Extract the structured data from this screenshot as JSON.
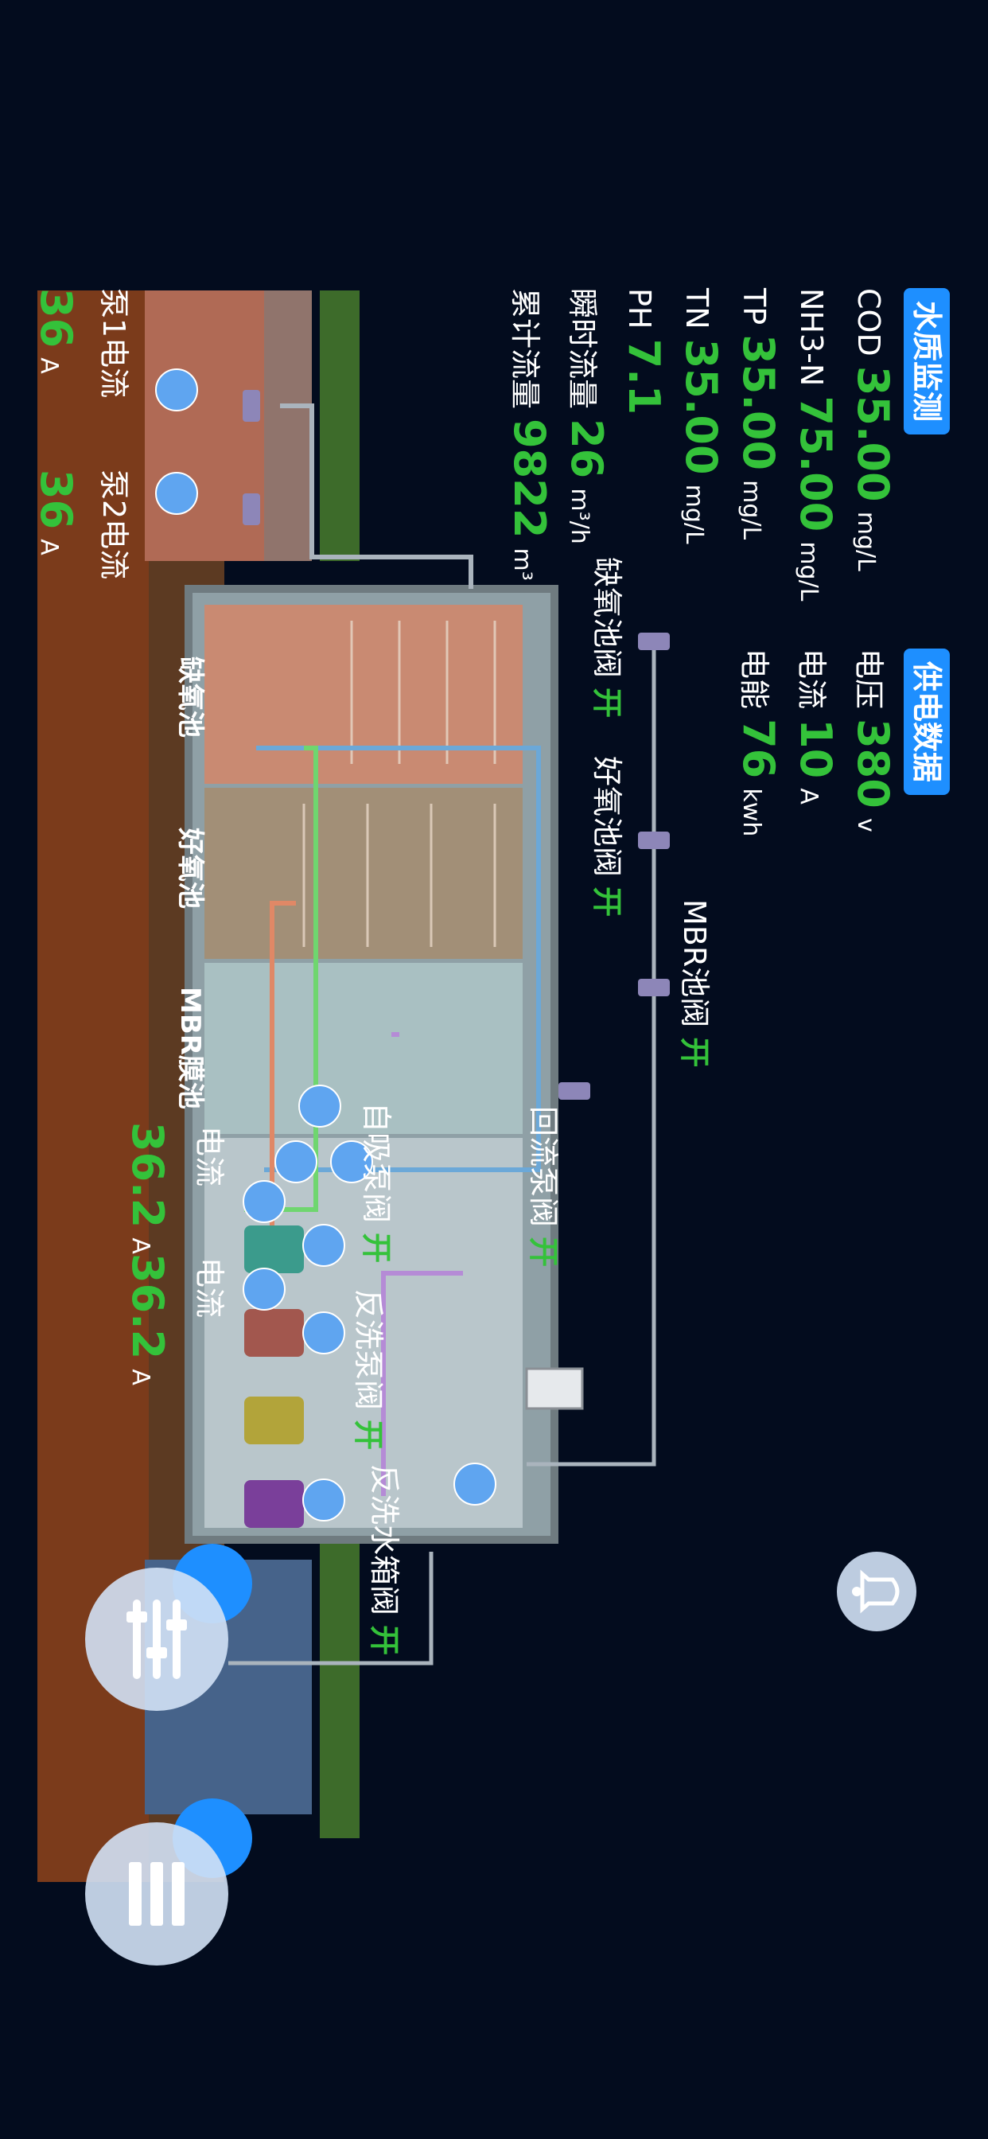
{
  "water_quality": {
    "title": "水质监测",
    "cod": {
      "label": "COD",
      "value": "35.00",
      "unit": "mg/L"
    },
    "nh3n": {
      "label": "NH3-N",
      "value": "75.00",
      "unit": "mg/L"
    },
    "tp": {
      "label": "TP",
      "value": "35.00",
      "unit": "mg/L"
    },
    "tn": {
      "label": "TN",
      "value": "35.00",
      "unit": "mg/L"
    },
    "ph": {
      "label": "PH",
      "value": "7.1"
    },
    "instant_flow": {
      "label": "瞬时流量",
      "value": "26",
      "unit": "m³/h"
    },
    "total_flow": {
      "label": "累计流量",
      "value": "9822",
      "unit": "m³"
    },
    "pump1_current": {
      "label": "泵1电流",
      "value": "36",
      "unit": "A"
    },
    "pump2_current": {
      "label": "泵2电流",
      "value": "36",
      "unit": "A"
    }
  },
  "power": {
    "title": "供电数据",
    "voltage": {
      "label": "电压",
      "value": "380",
      "unit": "v"
    },
    "current": {
      "label": "电流",
      "value": "10",
      "unit": "A"
    },
    "energy": {
      "label": "电能",
      "value": "76",
      "unit": "kwh"
    }
  },
  "valves": {
    "anoxic": {
      "label": "缺氧池阀",
      "state": "开"
    },
    "aerobic": {
      "label": "好氧池阀",
      "state": "开"
    },
    "mbr": {
      "label": "MBR池阀",
      "state": "开"
    },
    "reflux_pump": {
      "label": "回流泵阀",
      "state": "开"
    },
    "self_priming_pump": {
      "label": "自吸泵阀",
      "state": "开"
    },
    "backwash_pump": {
      "label": "反洗泵阀",
      "state": "开"
    },
    "backwash_tank": {
      "label": "反洗水箱阀",
      "state": "开"
    }
  },
  "tanks": {
    "anoxic": "缺氧池",
    "aerobic": "好氧池",
    "mbr": "MBR膜池"
  },
  "pump_currents": [
    {
      "label": "电流",
      "value": "36.2",
      "unit": "A"
    },
    {
      "label": "电流",
      "value": "36.2",
      "unit": "A"
    }
  ],
  "icons": {
    "alarm": "bell-icon",
    "controls": "sliders-icon",
    "menu": "bars-icon"
  },
  "colors": {
    "background": "#030c1e",
    "value_green": "#34c23a",
    "badge_blue": "#1e8fff"
  }
}
